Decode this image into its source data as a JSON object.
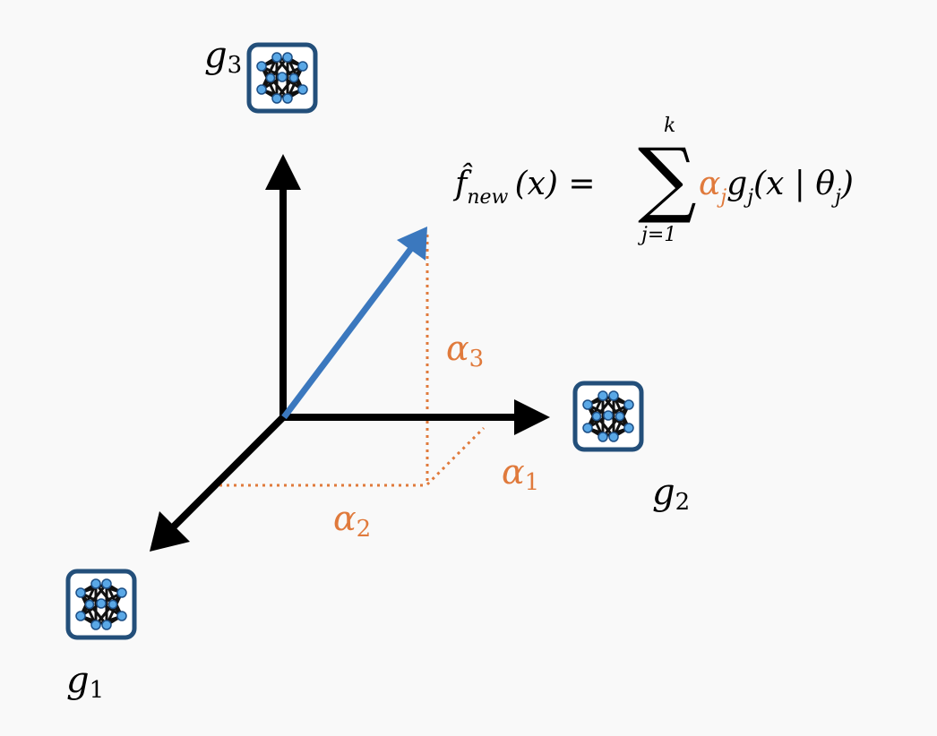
{
  "colors": {
    "axis": "#000000",
    "vector": "#3b78be",
    "projection": "#e07a3c",
    "network_frame": "#234f7a",
    "network_node": "#5aa8e6"
  },
  "labels": {
    "g1": {
      "base": "g",
      "sub": "1"
    },
    "g2": {
      "base": "g",
      "sub": "2"
    },
    "g3": {
      "base": "g",
      "sub": "3"
    },
    "alpha1": {
      "base": "α",
      "sub": "1"
    },
    "alpha2": {
      "base": "α",
      "sub": "2"
    },
    "alpha3": {
      "base": "α",
      "sub": "3"
    }
  },
  "formula": {
    "lhs": "f̂",
    "lhs_sub": "new",
    "lhs_arg": "(x) =",
    "sum_symbol": "∑",
    "sum_upper": "k",
    "sum_lower": "j=1",
    "coef": "α",
    "coef_sub": "j",
    "term": "g",
    "term_sub": "j",
    "term_arg": "(x | θ",
    "term_arg_sub": "j",
    "term_close": ")"
  },
  "icons": [
    "neural-network-icon",
    "neural-network-icon",
    "neural-network-icon"
  ]
}
